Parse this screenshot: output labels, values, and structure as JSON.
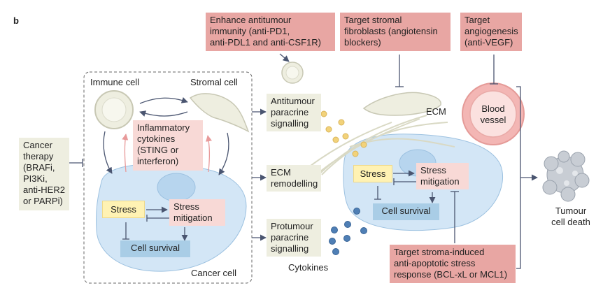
{
  "panel_label": "b",
  "colors": {
    "pink_box": "#e8a6a3",
    "light_pink_box": "#f8d9d6",
    "beige_box": "#eeeee0",
    "stress_box": "#fff2b3",
    "survival_box": "#a9cde6",
    "cancer_cell_fill": "#d3e6f6",
    "arrow": "#4a5570",
    "cytokine_blue": "#4f7fb5",
    "cytokine_yellow": "#f2d27a"
  },
  "top_targets": {
    "antitumour_immunity": "Enhance antitumour\nimmunity (anti-PD1,\nanti-PDL1 and anti-CSF1R)",
    "stromal_fibroblasts": "Target stromal\nfibroblasts (angiotensin\nblockers)",
    "angiogenesis": "Target\nangiogenesis\n(anti-VEGF)"
  },
  "therapy": "Cancer\ntherapy\n(BRAFi,\nPI3Ki,\nanti-HER2\nor PARPi)",
  "left_panel": {
    "immune_cell": "Immune cell",
    "stromal_cell": "Stromal cell",
    "inflammatory": "Inflammatory\ncytokines\n(STING or\ninterferon)",
    "stress": "Stress",
    "stress_mitigation": "Stress\nmitigation",
    "cell_survival": "Cell survival",
    "cancer_cell": "Cancer cell"
  },
  "middle": {
    "antitumour_signalling": "Antitumour\nparacrine\nsignalling",
    "ecm_remodelling": "ECM\nremodelling",
    "protumour_signalling": "Protumour\nparacrine\nsignalling",
    "cytokines": "Cytokines"
  },
  "right_panel": {
    "ecm": "ECM",
    "blood_vessel": "Blood\nvessel",
    "stress": "Stress",
    "stress_mitigation": "Stress\nmitigation",
    "cell_survival": "Cell survival",
    "target_stroma": "Target stroma-induced\nanti-apoptotic stress\nresponse (BCL-xL or MCL1)"
  },
  "outcome": "Tumour\ncell death"
}
